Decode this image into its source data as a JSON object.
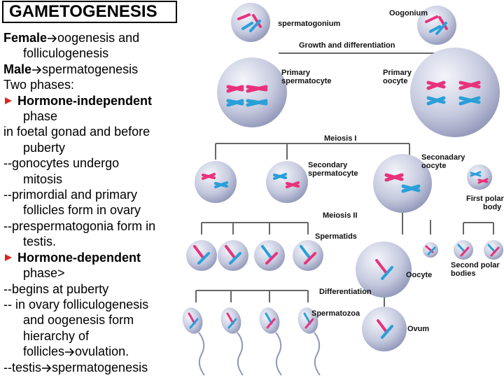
{
  "title": "GAMETOGENESIS",
  "notes": [
    {
      "parts": [
        {
          "b": "Female"
        },
        {
          "arrow": true
        },
        {
          "t": "oogenesis and"
        }
      ],
      "indent": false
    },
    {
      "parts": [
        {
          "t": "folliculogenesis"
        }
      ],
      "indent": true
    },
    {
      "parts": [
        {
          "b": "Male"
        },
        {
          "arrow": true
        },
        {
          "t": "spermatogenesis"
        }
      ],
      "indent": false
    },
    {
      "parts": [
        {
          "t": "Two phases:"
        }
      ],
      "indent": false
    },
    {
      "parts": [
        {
          "b": "Hormone-independent"
        }
      ],
      "indent": false,
      "bullet": true
    },
    {
      "parts": [
        {
          "t": "phase"
        }
      ],
      "indent": true
    },
    {
      "parts": [
        {
          "t": "in foetal gonad and before"
        }
      ],
      "indent": false
    },
    {
      "parts": [
        {
          "t": "puberty"
        }
      ],
      "indent": true
    },
    {
      "parts": [
        {
          "t": "--gonocytes undergo"
        }
      ],
      "indent": false
    },
    {
      "parts": [
        {
          "t": "mitosis"
        }
      ],
      "indent": true
    },
    {
      "parts": [
        {
          "t": "--primordial and primary"
        }
      ],
      "indent": false
    },
    {
      "parts": [
        {
          "t": "follicles form in ovary"
        }
      ],
      "indent": true
    },
    {
      "parts": [
        {
          "t": "--prespermatogonia form in"
        }
      ],
      "indent": false
    },
    {
      "parts": [
        {
          "t": "testis."
        }
      ],
      "indent": true
    },
    {
      "parts": [
        {
          "b": "Hormone-dependent"
        }
      ],
      "indent": false,
      "bullet": true
    },
    {
      "parts": [
        {
          "t": "phase>"
        }
      ],
      "indent": true
    },
    {
      "parts": [
        {
          "t": "--begins at puberty"
        }
      ],
      "indent": false
    },
    {
      "parts": [
        {
          "t": "-- in ovary folliculogenesis"
        }
      ],
      "indent": false
    },
    {
      "parts": [
        {
          "t": "and oogenesis form"
        }
      ],
      "indent": true
    },
    {
      "parts": [
        {
          "t": "hierarchy of"
        }
      ],
      "indent": true
    },
    {
      "parts": [
        {
          "t": "follicles"
        },
        {
          "arrow": true
        },
        {
          "t": "ovulation."
        }
      ],
      "indent": true
    },
    {
      "parts": [
        {
          "t": "--testis"
        },
        {
          "arrow": true
        },
        {
          "t": "spermatogenesis"
        }
      ],
      "indent": false
    }
  ],
  "diagram": {
    "spermatogonium": "spermatogonium",
    "oogonium": "Oogonium",
    "growth": "Growth and differentiation",
    "primary_sperm_1": "Primary",
    "primary_sperm_2": "spermatocyte",
    "primary_oocyte_1": "Primary",
    "primary_oocyte_2": "oocyte",
    "meiosis1": "Meiosis I",
    "secondary_sperm_1": "Secondary",
    "secondary_sperm_2": "spermatocyte",
    "secondary_oocyte_1": "Seconadary",
    "secondary_oocyte_2": "oocyte",
    "first_polar_1": "First polar",
    "first_polar_2": "body",
    "meiosis2": "Meiosis II",
    "spermatids": "Spermatids",
    "oocyte": "Oocyte",
    "second_polar_1": "Second polar",
    "second_polar_2": "bodies",
    "differentiation": "Differentiation",
    "spermatozoa": "Spermatozoa",
    "ovum": "Ovum"
  },
  "colors": {
    "bullet": "#d9261c",
    "chrom_pink": "#e8327c",
    "chrom_blue": "#2a9fd8",
    "cell_light": "#eef0f8",
    "cell_dark": "#8d93b8",
    "line": "#666666"
  }
}
